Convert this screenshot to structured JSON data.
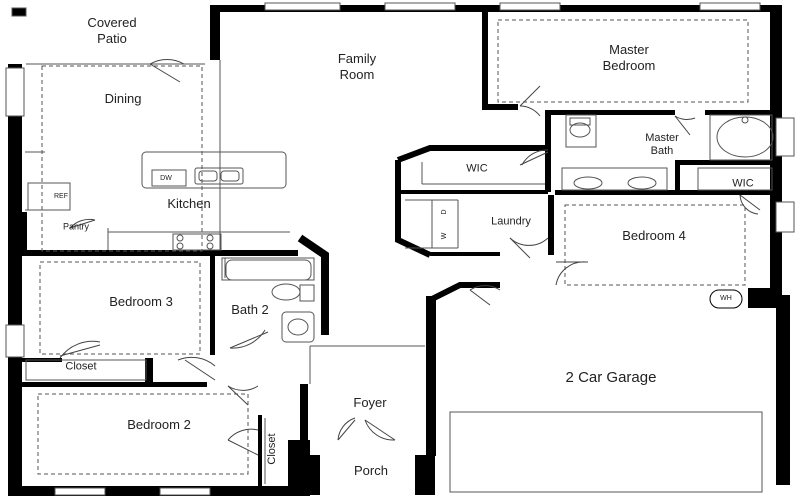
{
  "rooms": {
    "covered_patio": [
      "Covered",
      "Patio"
    ],
    "family_room": [
      "Family",
      "Room"
    ],
    "master_bedroom": [
      "Master",
      "Bedroom"
    ],
    "dining": "Dining",
    "kitchen": "Kitchen",
    "wic_center": "WIC",
    "master_bath": [
      "Master",
      "Bath"
    ],
    "wic_right": "WIC",
    "laundry": "Laundry",
    "bedroom4": "Bedroom 4",
    "bedroom3": "Bedroom 3",
    "bath2": "Bath 2",
    "closet_b3": "Closet",
    "garage": "2 Car Garage",
    "foyer": "Foyer",
    "bedroom2": "Bedroom 2",
    "closet_b2": "Closet",
    "porch": "Porch"
  },
  "fixtures": {
    "dishwasher": "DW",
    "refrigerator": "REF",
    "pantry": "Pantry",
    "water_heater": "WH",
    "washer": "W",
    "dryer": "D"
  }
}
